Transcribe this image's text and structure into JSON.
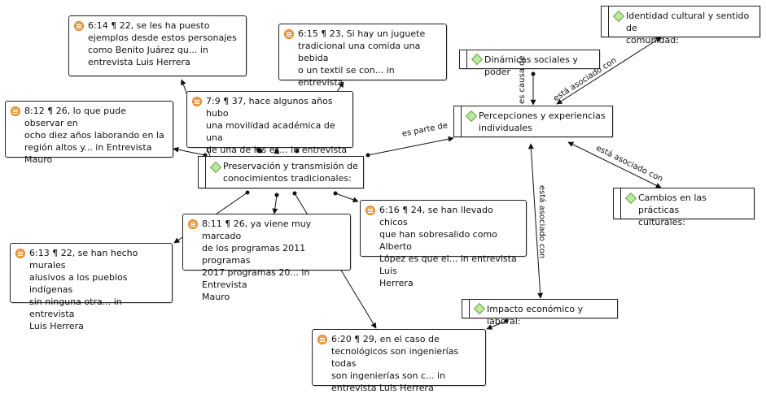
{
  "quotes": {
    "q_614": "6:14 ¶ 22, se les ha puesto\nejemplos desde estos personajes\ncomo Benito Juárez qu... in\nentrevista Luis Herrera",
    "q_615": "6:15 ¶ 23, Si hay un juguete\ntradicional una comida una bebida\no un textil se con... in entrevista\nLuis Herrera",
    "q_812": "8:12 ¶ 26, lo que pude observar en\nocho diez años laborando en la\nregión altos y... in Entrevista\nMauro",
    "q_79": "7:9 ¶ 37, hace algunos años hubo\nuna movilidad académica de una\nde una de las es... in entrevista\nMtro Ezequiel",
    "q_616": "6:16 ¶ 24, se han llevado chicos\nque han sobresalido como Alberto\nLópez es que el... in entrevista Luis\nHerrera",
    "q_811": "8:11 ¶ 26, ya viene muy marcado\nde los programas 2011 programas\n2017 programas 20... in Entrevista\nMauro",
    "q_613": "6:13 ¶ 22, se han hecho murales\nalusivos a los pueblos indígenas\nsin ninguna otra... in entrevista\nLuis Herrera",
    "q_620": "6:20 ¶ 29, en el caso de\ntecnológicos son ingenierías todas\nson ingenierías son c... in\nentrevista Luis Herrera"
  },
  "codes": {
    "identidad": "Identidad cultural y sentido de\ncomunidad:",
    "dinamicas": "Dinámicas sociales y poder",
    "percepciones": "Percepciones y experiencias\nindividuales",
    "preservacion": "Preservación y transmisión de\nconocimientos tradicionales:",
    "cambios": "Cambios en las prácticas\nculturales:",
    "impacto": "Impacto económico y laboral:"
  },
  "edge_labels": {
    "es_parte_de": "es parte de",
    "es_causa_de": "es causa de",
    "asociado_identidad": "está asociado con",
    "asociado_cambios": "está asociado con",
    "asociado_impacto": "está asociado con"
  },
  "colors": {
    "quote_icon": "#f0a24a",
    "code_icon": "#bfe6a3",
    "line": "#111111"
  }
}
